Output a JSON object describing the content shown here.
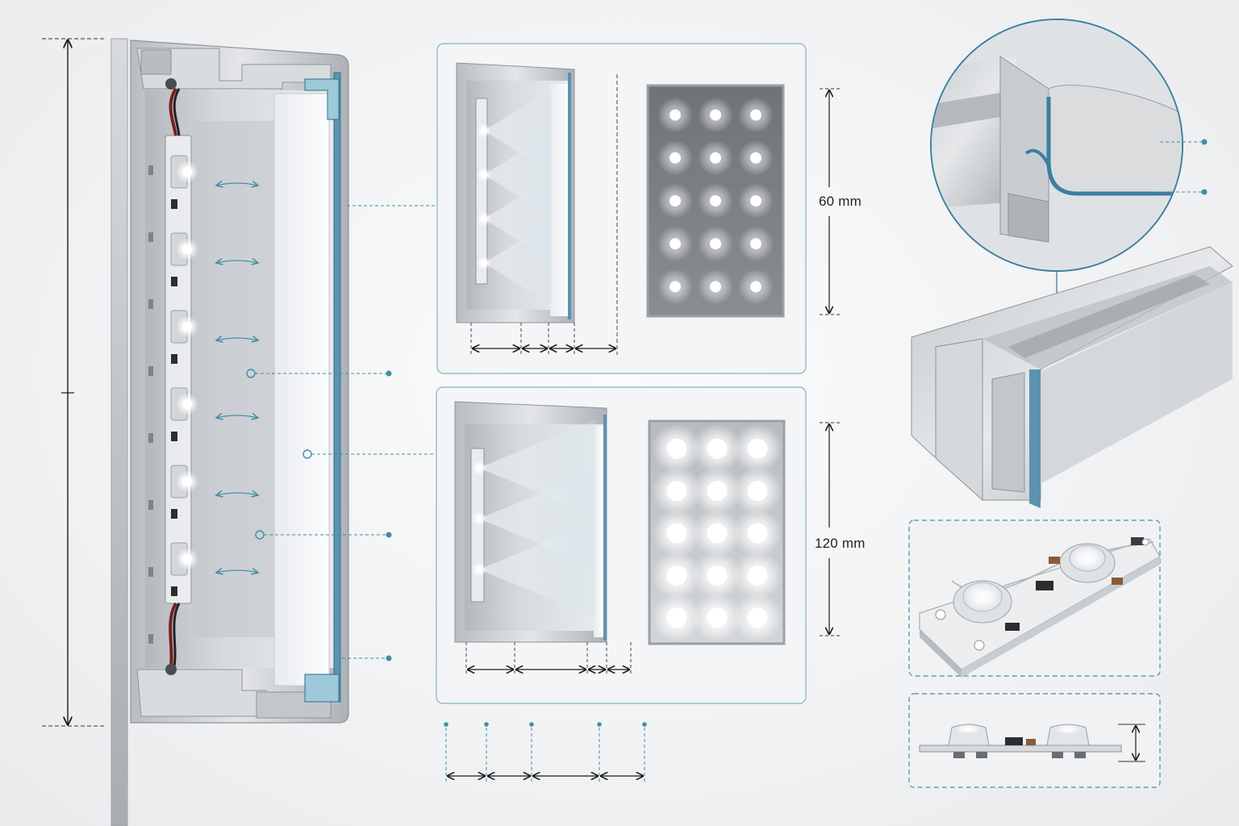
{
  "dimensions": {
    "small_panel_height": "60 mm",
    "large_panel_height": "120 mm"
  },
  "colors": {
    "background": "#f1f2f3",
    "aluminium": "#c9ccd0",
    "aluminium_dark": "#8e9398",
    "callout_line": "#3f8fa6",
    "fabric_edge": "#3b7fa0",
    "dimension_line": "#1a1a1a",
    "led_glow": "#ffffff"
  },
  "icons": {
    "callout_marker": "teal-dot-icon",
    "bidirectional_arrow": "double-arrow-icon",
    "led": "led-module-icon"
  },
  "counts": {
    "led_grid_small": {
      "rows": 5,
      "cols": 3
    },
    "led_grid_large": {
      "rows": 5,
      "cols": 3
    },
    "main_section_leds": 6
  }
}
